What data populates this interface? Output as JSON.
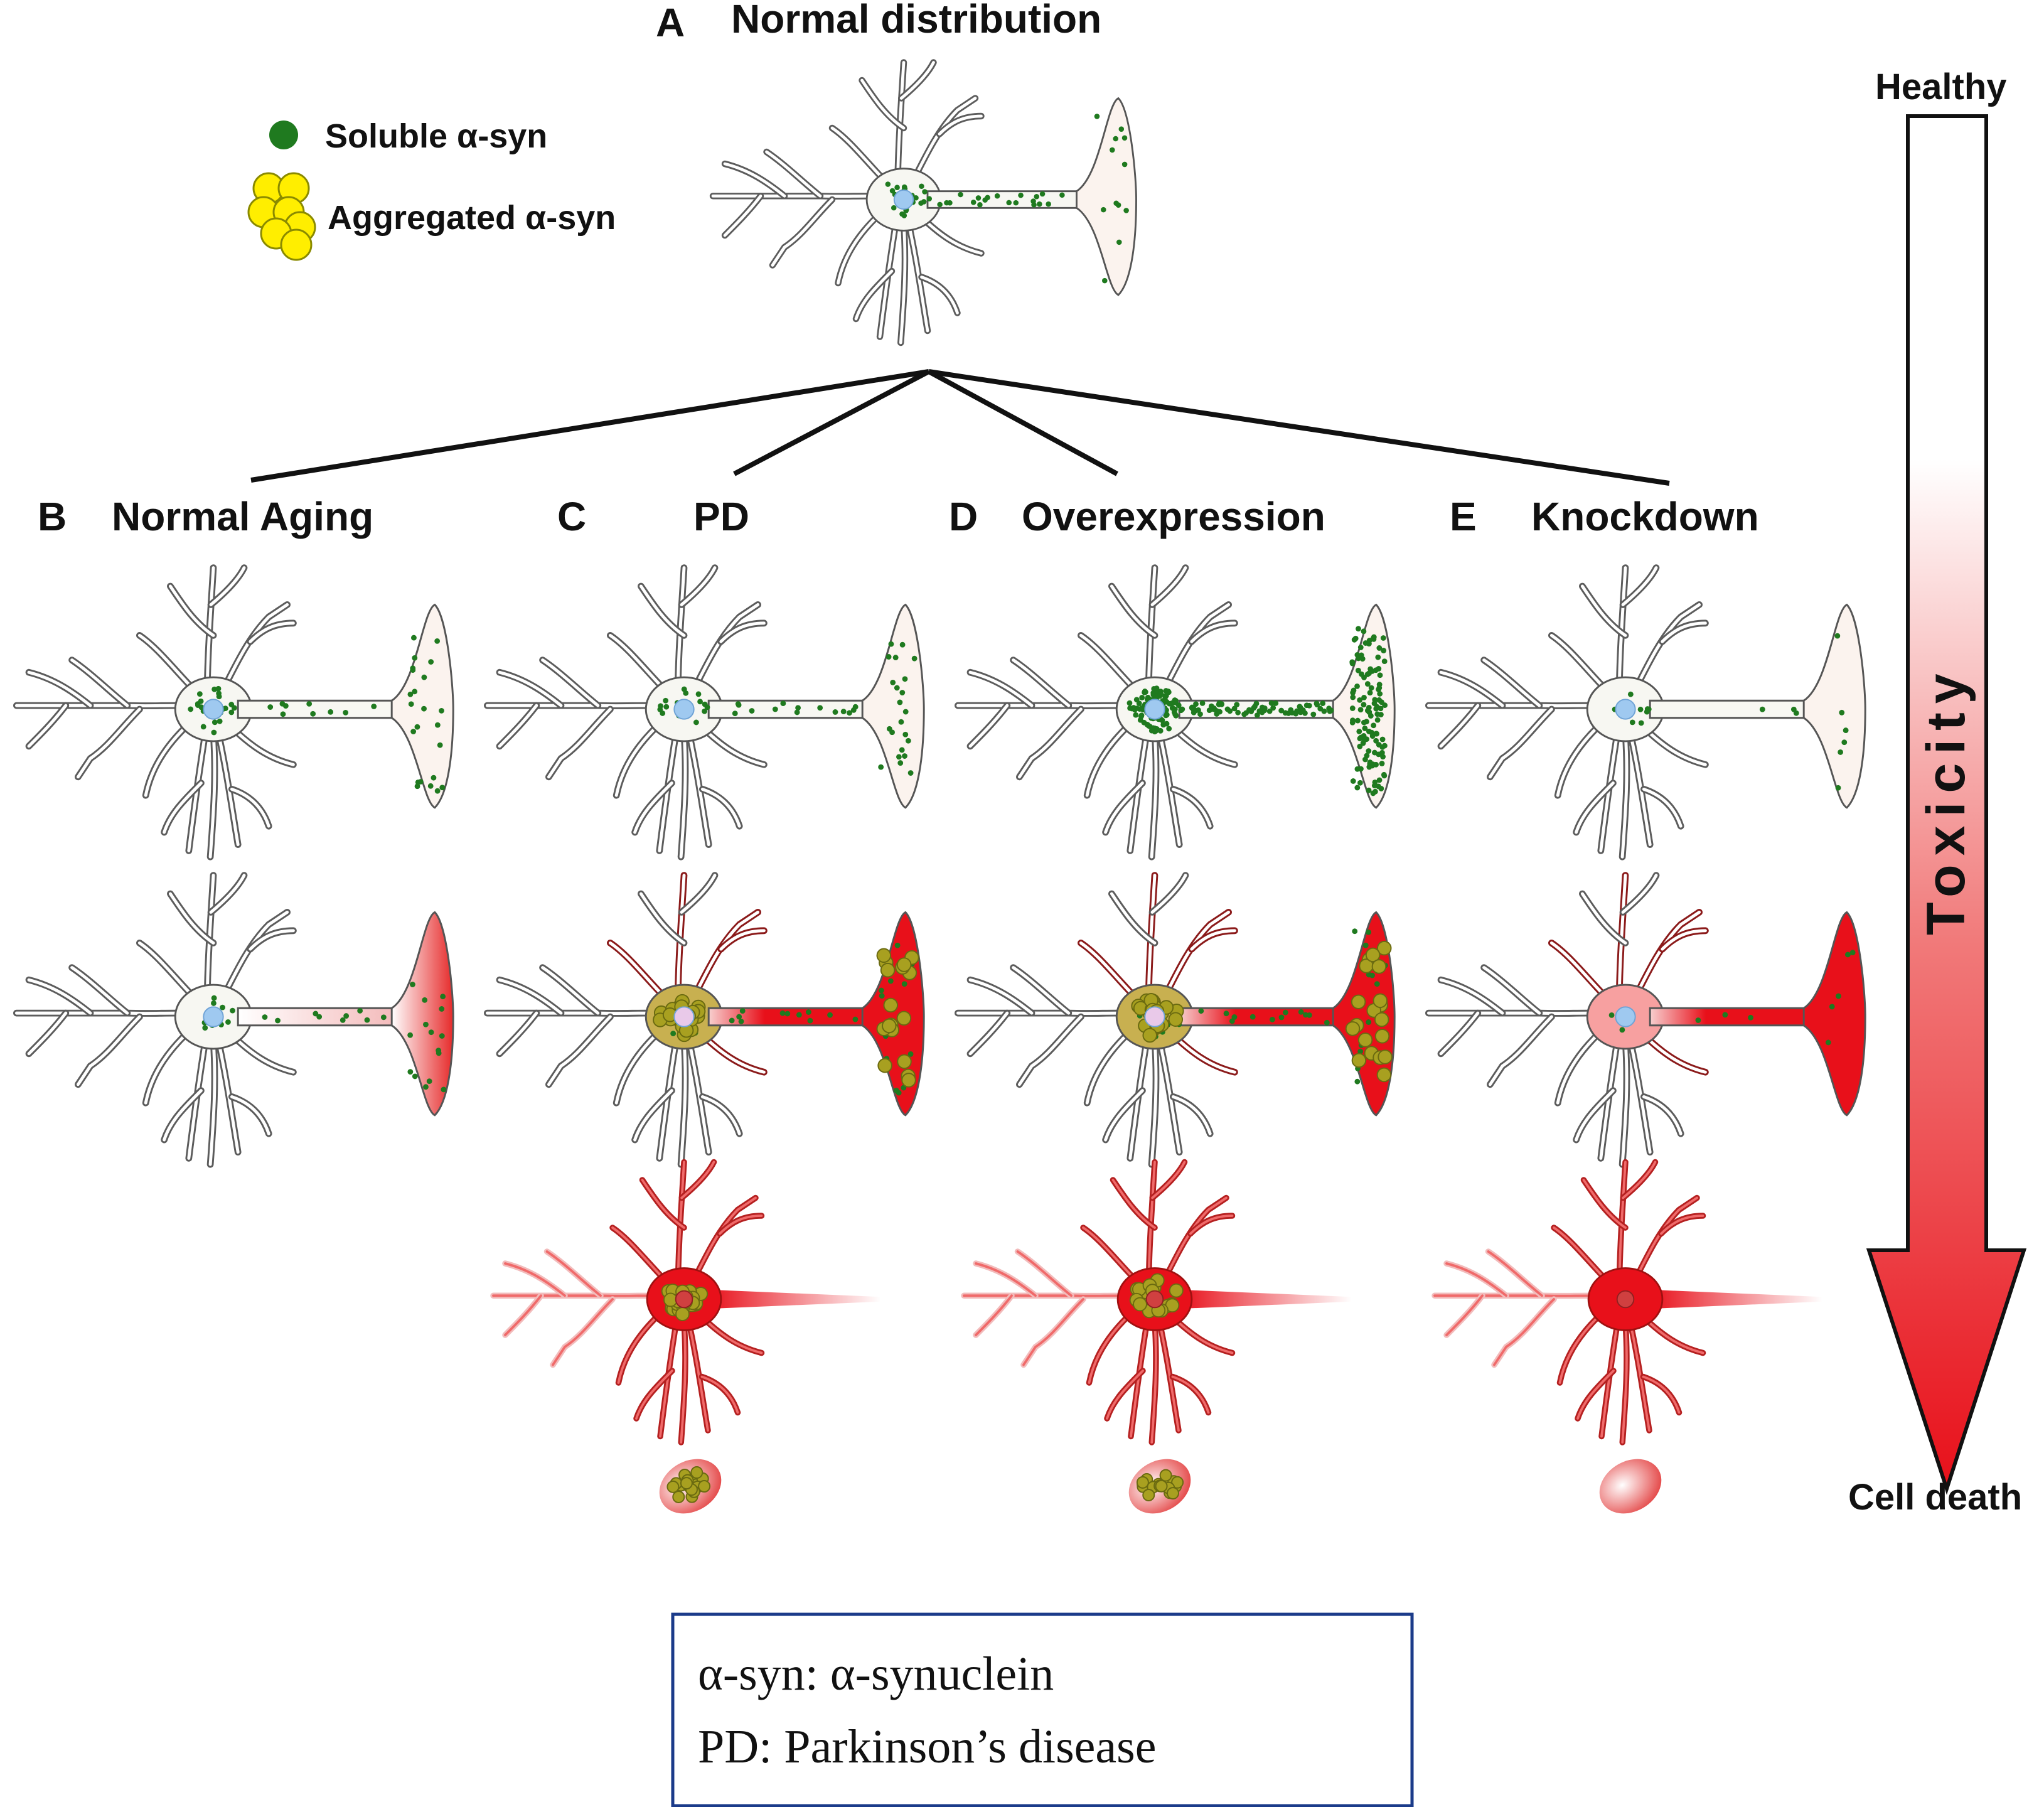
{
  "panels": {
    "a": {
      "letter": "A",
      "title": "Normal distribution"
    },
    "b": {
      "letter": "B",
      "title": "Normal Aging"
    },
    "c": {
      "letter": "C",
      "title": "PD"
    },
    "d": {
      "letter": "D",
      "title": "Overexpression"
    },
    "e": {
      "letter": "E",
      "title": "Knockdown"
    }
  },
  "legend": {
    "soluble": "Soluble α-syn",
    "aggregated": "Aggregated α-syn"
  },
  "toxicity_scale": {
    "top": "Healthy",
    "label": "Toxicity",
    "bottom": "Cell death"
  },
  "abbreviations": {
    "line1": "α-syn:  α-synuclein",
    "line2": "PD: Parkinson’s  disease"
  },
  "colors": {
    "soluble": "#1f7a1f",
    "aggregated": "#ffee00",
    "toxic_red": "#e8101a",
    "dendrite": "#5c5c5c",
    "nucleus": "#9fc9f0"
  }
}
